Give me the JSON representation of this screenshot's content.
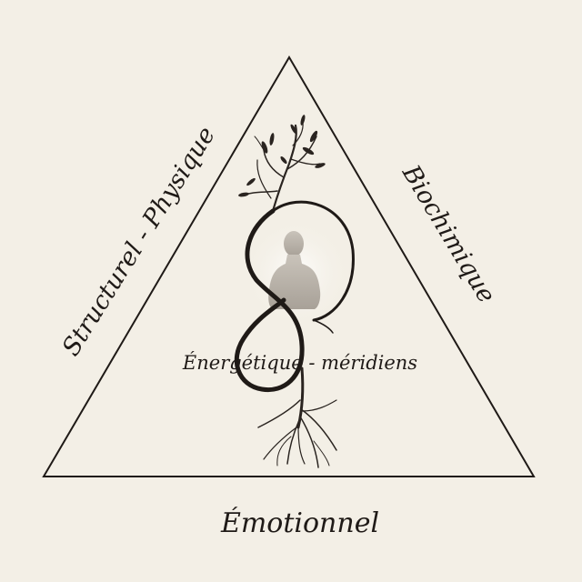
{
  "diagram": {
    "labels": {
      "left_side": "Structurel - Physique",
      "right_side": "Biochimique",
      "bottom": "Émotionnel",
      "center": "Énergétique - méridiens"
    },
    "center_illustration": {
      "figure": "meditating-person-silhouette",
      "tree": "tree-with-branches-and-roots"
    },
    "colors": {
      "background": "#f3efe6",
      "ink": "#1f1a17",
      "silhouette": "#b9b3aa"
    }
  }
}
